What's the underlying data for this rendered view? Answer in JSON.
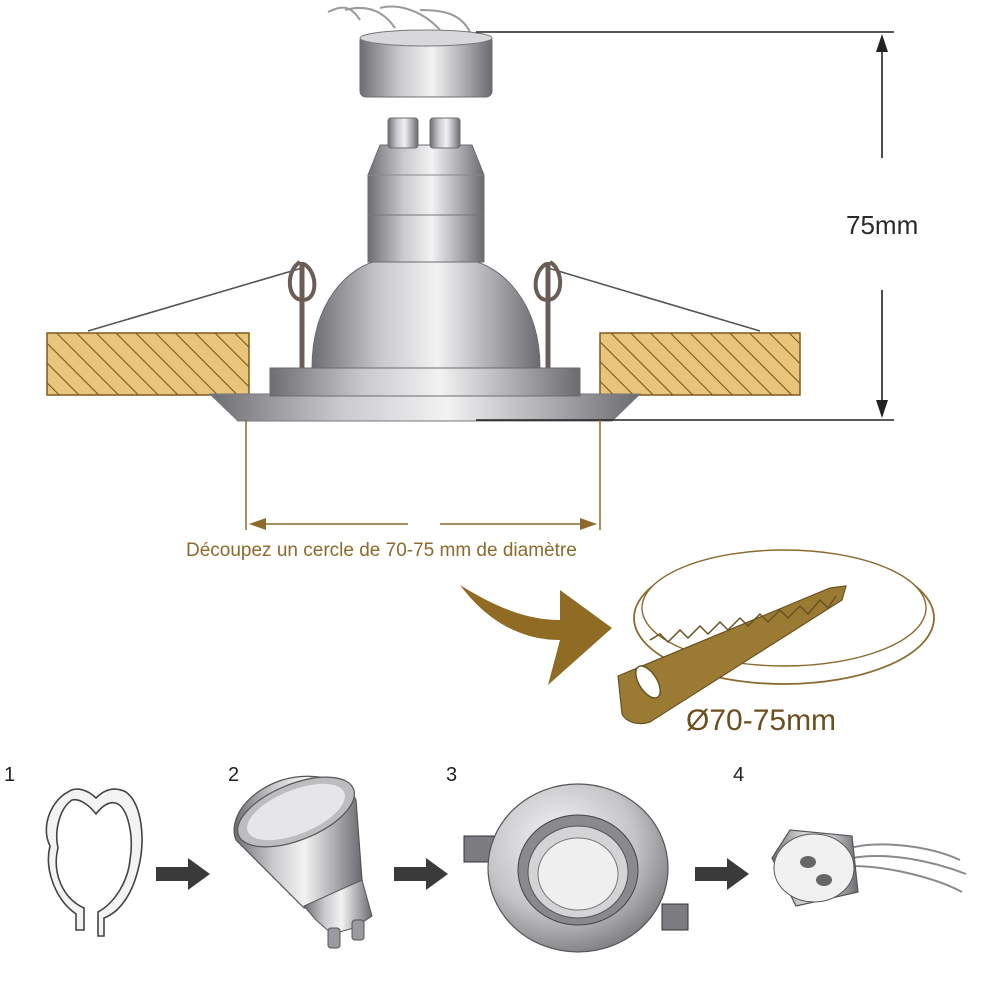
{
  "labels": {
    "height_dimension": "75mm",
    "cutout_instruction": "Découpez un cercle de 70-75 mm de diamètre",
    "cutout_diameter": "Ø70-75mm"
  },
  "steps": [
    {
      "number": "1",
      "icon": "spring-clip-icon"
    },
    {
      "number": "2",
      "icon": "gu10-bulb-icon"
    },
    {
      "number": "3",
      "icon": "spotlight-frame-icon"
    },
    {
      "number": "4",
      "icon": "gu10-socket-icon"
    }
  ],
  "colors": {
    "hatch_fill": "#e8c57a",
    "hatch_line": "#7a5a1e",
    "dimension_gold": "#8b6a2c",
    "metal_light": "#e4e4e6",
    "metal_dark": "#7c7c80",
    "text_dark": "#2a2a2a"
  }
}
